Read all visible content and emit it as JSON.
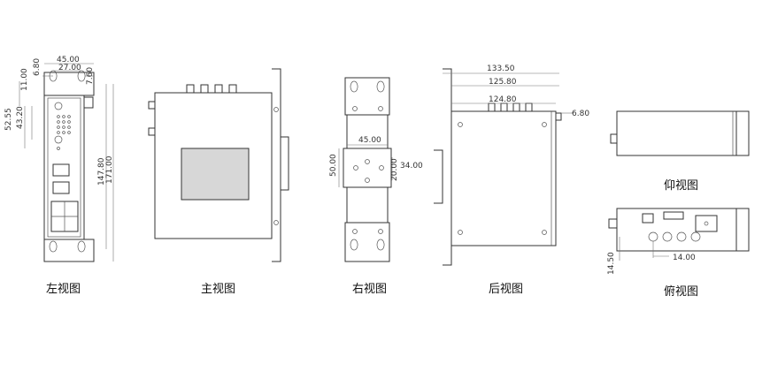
{
  "views": {
    "left": {
      "caption": "左视图",
      "dims": {
        "width_total": "45.00",
        "width_inner": "27.00",
        "offset_a": "6.80",
        "offset_b": "7.60",
        "top": "11.00",
        "h1": "52.55",
        "h2": "43.20",
        "h3": "147.80",
        "h4": "171.00"
      }
    },
    "main": {
      "caption": "主视图"
    },
    "right": {
      "caption": "右视图",
      "dims": {
        "width": "45.00",
        "height_a": "50.00",
        "height_b": "20.00",
        "side": "34.00"
      }
    },
    "back": {
      "caption": "后视图",
      "dims": {
        "w1": "133.50",
        "w2": "125.80",
        "w3": "124.80",
        "offset": "6.80"
      }
    },
    "bottom_up": {
      "caption": "仰视图"
    },
    "top_down": {
      "caption": "俯视图",
      "dims": {
        "spacing": "14.00",
        "height": "14.50"
      }
    }
  }
}
